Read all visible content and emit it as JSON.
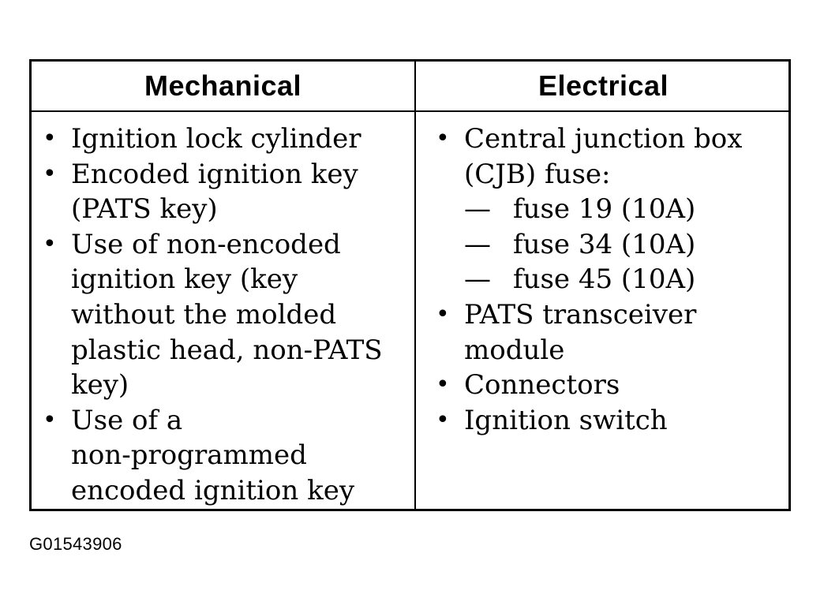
{
  "table": {
    "headers": {
      "mechanical": "Mechanical",
      "electrical": "Electrical"
    },
    "bullet_symbol": "•",
    "dash_symbol": "—",
    "mechanical_lines": [
      "Ignition lock cylinder",
      "Encoded ignition key",
      "(PATS key)",
      "Use of non-encoded",
      "ignition key (key",
      "without the molded",
      "plastic head, non-PATS",
      "key)",
      "Use of a",
      "non-programmed",
      "encoded ignition key"
    ],
    "electrical_lines": [
      "Central junction box",
      "(CJB) fuse:",
      "fuse 19 (10A)",
      "fuse 34 (10A)",
      "fuse 45 (10A)",
      "PATS transceiver",
      "module",
      "Connectors",
      "Ignition switch"
    ]
  },
  "figure_id": "G01543906"
}
